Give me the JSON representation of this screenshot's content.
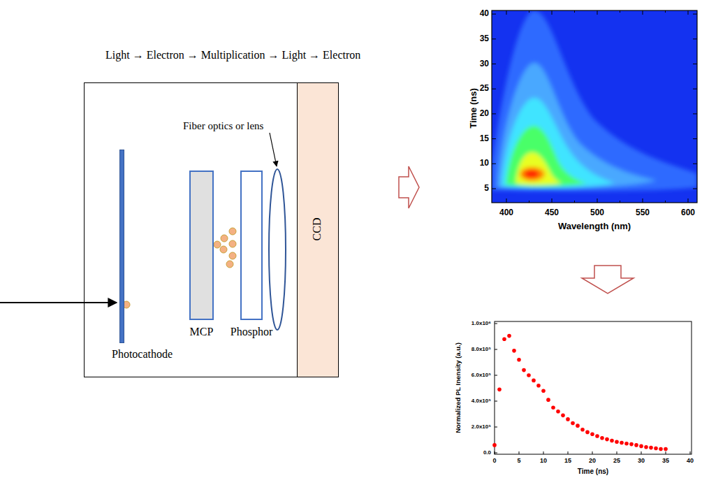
{
  "diagram": {
    "nodes": [
      {
        "text": [
          "Light → Electron → Multiplication → Light → Electron"
        ]
      },
      {
        "text": [
          "Photocathode"
        ],
        "in": 0
      },
      {
        "text": [
          "MCP"
        ],
        "in": 0
      },
      {
        "text": [
          "Phosphor"
        ],
        "in": 0
      },
      {
        "text": [
          "CCD"
        ],
        "in": 0
      }
    ],
    "labels": [
      "Fiber optics or lens",
      "40",
      "35",
      "30",
      "25",
      "20",
      "15",
      "10",
      "5",
      "Time (ns)",
      "400",
      "450",
      "500",
      "550",
      "600",
      "Wavelength (nm)",
      "1.0x10⁶",
      "8.0x10⁵",
      "6.0x10⁵",
      "4.0x10⁵",
      "2.0x10⁵",
      "0.0",
      "Normalized PL Inensity (a.u.)",
      "0",
      "5",
      "10",
      "15",
      "20",
      "25",
      "30",
      "35",
      "40",
      "Time (ns)"
    ]
  }
}
